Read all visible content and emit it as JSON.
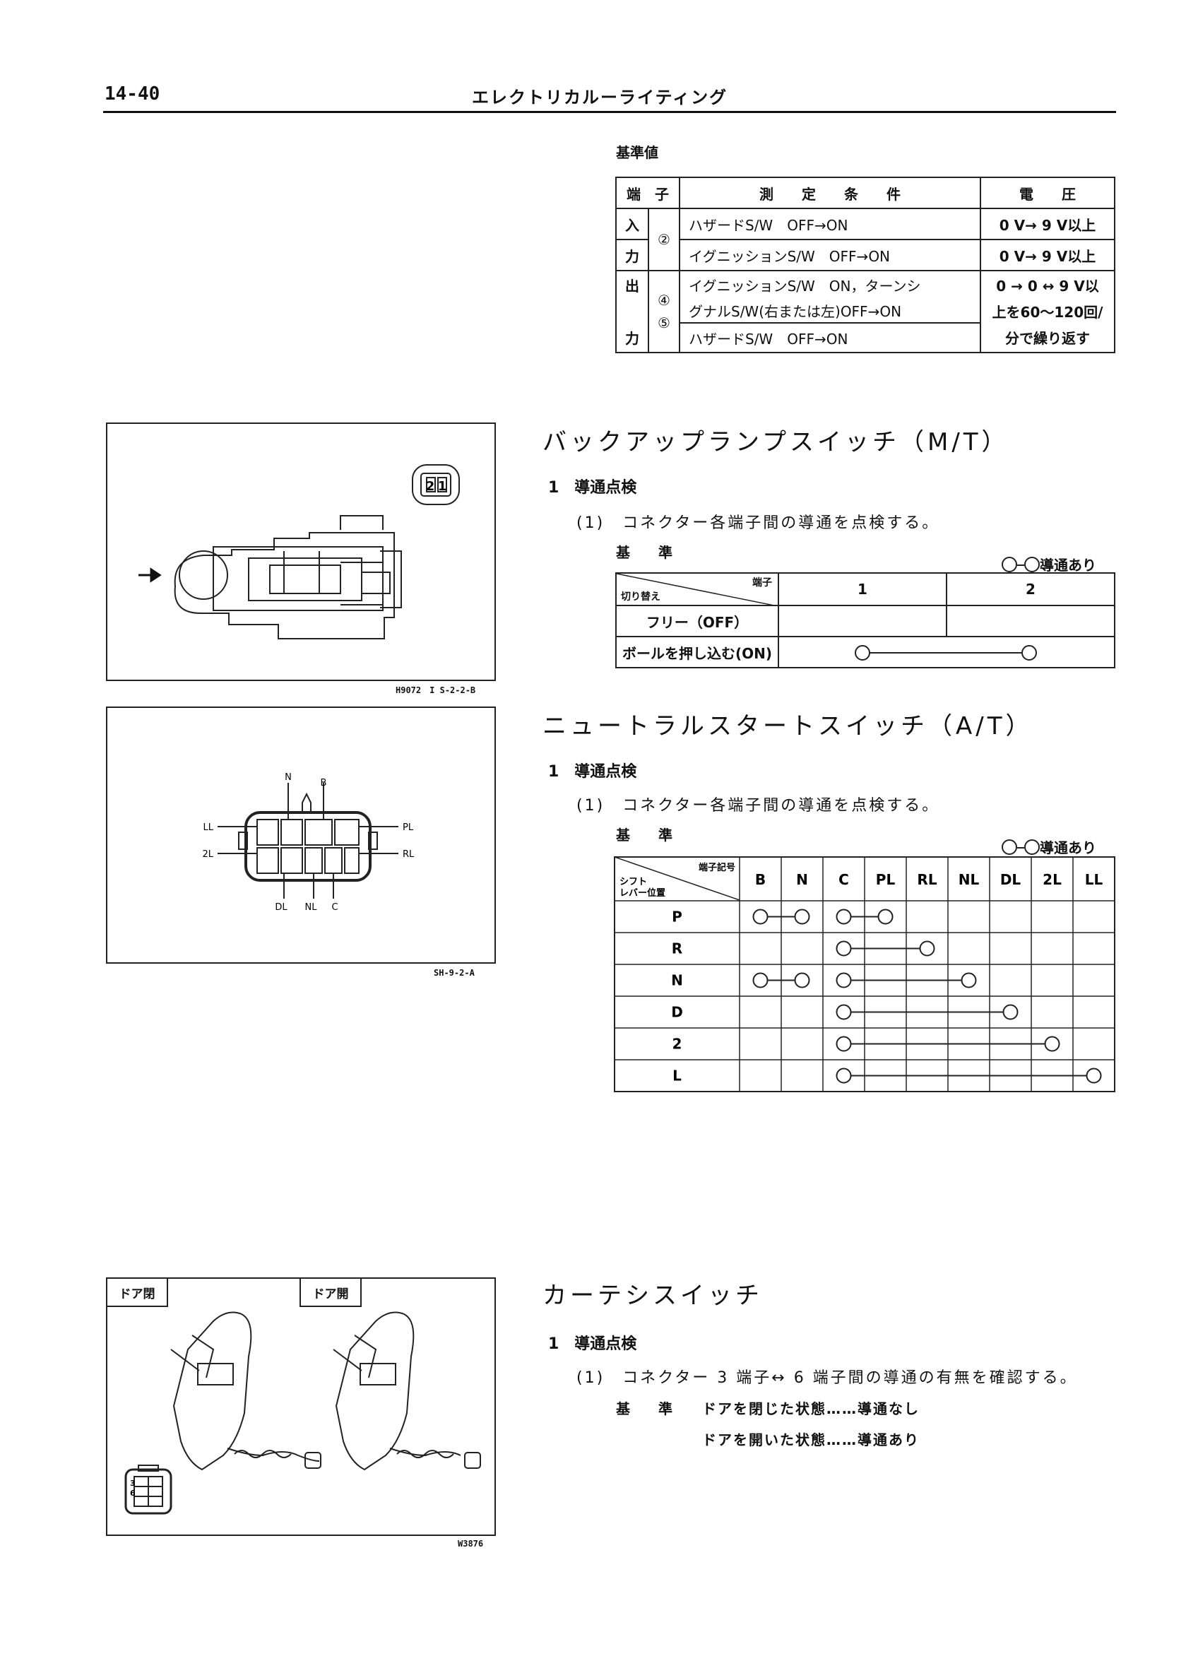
{
  "header": {
    "page_number": "14-40",
    "title": "エレクトリカルーライティング"
  },
  "flasher": {
    "label": "基準値",
    "headers": [
      "端　子",
      "測　　定　　条　　件",
      "電　　圧"
    ],
    "rows": [
      {
        "side": "入",
        "terminal": "②",
        "condition": "ハザードS/W　OFF→ON",
        "voltage": "0 V→ 9 V以上"
      },
      {
        "side": "力",
        "terminal": "",
        "condition": "イグニッションS/W　OFF→ON",
        "voltage": "0 V→ 9 V以上"
      },
      {
        "side": "出",
        "terminal": "④",
        "condition": "イグニッションS/W　ON，ターンシ",
        "voltage": "0 → 0 ↔ 9 V以"
      },
      {
        "side": "",
        "terminal": "⑤",
        "condition": "グナルS/W(右または左)OFF→ON",
        "voltage": "上を60～120回/"
      },
      {
        "side": "力",
        "terminal": "",
        "condition": "ハザードS/W　OFF→ON",
        "voltage": "分で繰り返す"
      }
    ]
  },
  "backup": {
    "title": "バックアップランプスイッチ（M/T）",
    "step": "1　導通点検",
    "sub": "(1)　コネクター各端子間の導通を点検する。",
    "kijun": "基　準",
    "legend": "導通あり",
    "corner_top": "端子",
    "corner_bottom": "切り替え",
    "cols": [
      "1",
      "2"
    ],
    "rows": [
      "フリー（OFF）",
      "ボールを押し込む(ON)"
    ],
    "figure_caption": "H9072　I S-2-2-B",
    "connector_labels": [
      "2",
      "1"
    ]
  },
  "neutral": {
    "title": "ニュートラルスタートスイッチ（A/T）",
    "step": "1　導通点検",
    "sub": "(1)　コネクター各端子間の導通を点検する。",
    "kijun": "基　準",
    "legend": "導通あり",
    "corner_top": "端子記号",
    "corner_bottom1": "シフト",
    "corner_bottom2": "レバー位置",
    "cols": [
      "B",
      "N",
      "C",
      "PL",
      "RL",
      "NL",
      "DL",
      "2L",
      "LL"
    ],
    "rows": [
      "P",
      "R",
      "N",
      "D",
      "2",
      "L"
    ],
    "connections": [
      [
        0,
        1,
        2,
        3
      ],
      [
        2,
        4
      ],
      [
        0,
        1,
        2,
        5
      ],
      [
        2,
        6
      ],
      [
        2,
        7
      ],
      [
        2,
        8
      ]
    ],
    "figure_caption": "SH-9-2-A",
    "pin_labels": {
      "n": "N",
      "b": "B",
      "ll": "LL",
      "pl": "PL",
      "l2": "2L",
      "rl": "RL",
      "dl": "DL",
      "nl": "NL",
      "c": "C"
    }
  },
  "courtesy": {
    "title": "カーテシスイッチ",
    "step": "1　導通点検",
    "sub": "(1)　コネクター 3 端子↔ 6 端子間の導通の有無を確認する。",
    "kijun": "基　準",
    "line1": "ドアを閉じた状態……導通なし",
    "line2": "ドアを開いた状態……導通あり",
    "fig_label_left": "ドア閉",
    "fig_label_right": "ドア開",
    "connector_labels": [
      "3",
      "6"
    ],
    "figure_caption": "W3876"
  }
}
